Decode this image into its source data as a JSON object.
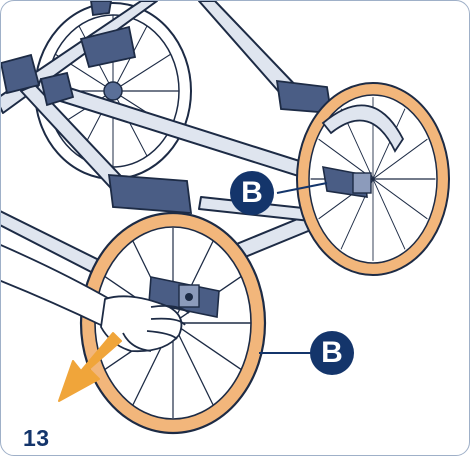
{
  "step": {
    "number": "13"
  },
  "callouts": [
    {
      "label": "B"
    },
    {
      "label": "B"
    }
  ],
  "colors": {
    "tire": "#f2b67b",
    "badge": "#14356b",
    "arrow": "#f0a53a",
    "frame_metal": "#cfd6e4",
    "bracket": "#4a5d85"
  }
}
